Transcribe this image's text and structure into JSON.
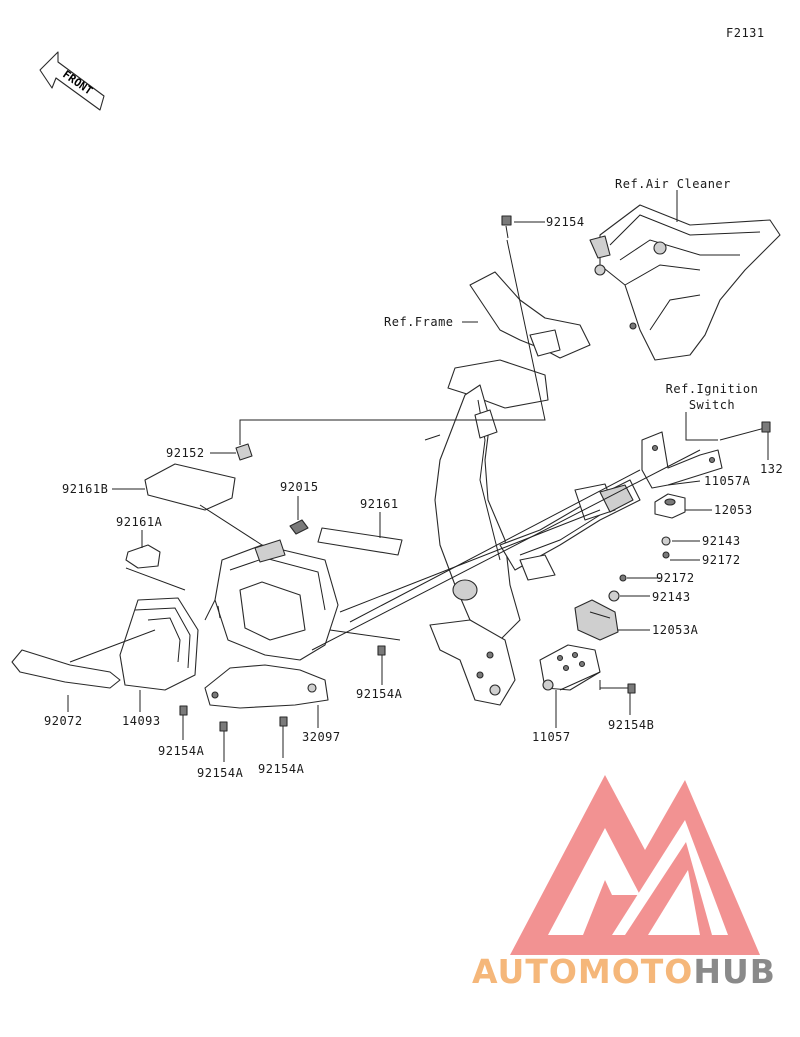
{
  "figure_code": "F2131",
  "front_label": "FRONT",
  "references": {
    "air_cleaner": "Ref.Air Cleaner",
    "frame": "Ref.Frame",
    "ignition_switch_line1": "Ref.Ignition",
    "ignition_switch_line2": "Switch"
  },
  "parts": {
    "p92154_top": "92154",
    "p92152": "92152",
    "p92161B": "92161B",
    "p92015": "92015",
    "p92161": "92161",
    "p92161A": "92161A",
    "p132": "132",
    "p11057A": "11057A",
    "p12053": "12053",
    "p92143_a": "92143",
    "p92172_a": "92172",
    "p92172_b": "92172",
    "p92143_b": "92143",
    "p12053A": "12053A",
    "p92154A_mid": "92154A",
    "p92072": "92072",
    "p14093": "14093",
    "p32097": "32097",
    "p92154A_l1": "92154A",
    "p92154A_l2": "92154A",
    "p92154A_l3": "92154A",
    "p11057": "11057",
    "p92154B": "92154B"
  },
  "watermark": {
    "word1": "AUTO",
    "word2": "MOTO",
    "word3": "HUB",
    "triangle_color": "#f08080",
    "text_color": "#f5b77a",
    "hub_color": "#8a8a8a"
  }
}
